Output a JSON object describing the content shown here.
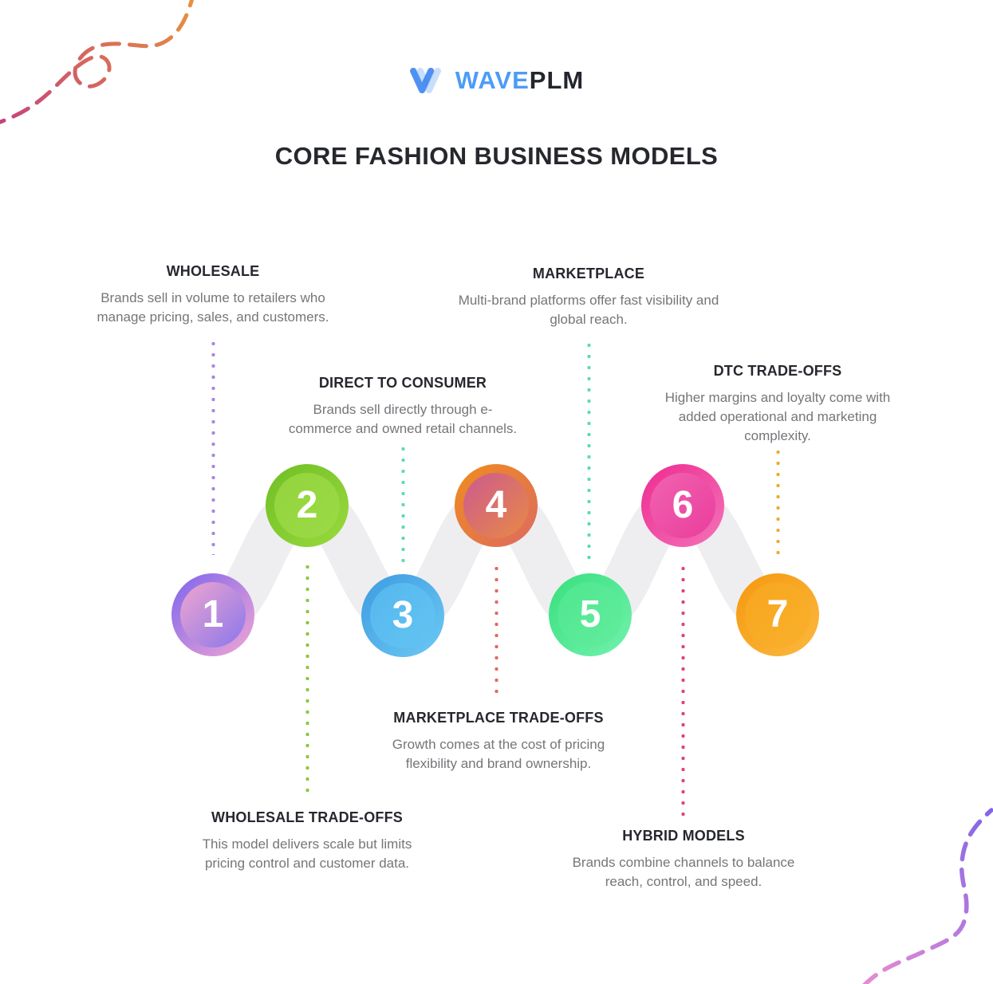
{
  "brand": {
    "logo_icon": "waveplm-logo-icon",
    "name_primary": "WAVE",
    "name_secondary": "PLM",
    "primary_color": "#4c9cf6",
    "secondary_color": "#23262e",
    "icon_stroke_dark": "#3b82ef",
    "icon_stroke_light": "#93bdf6"
  },
  "title": "CORE FASHION BUSINESS MODELS",
  "blocks": {
    "wholesale": {
      "title": "WHOLESALE",
      "body": "Brands sell in volume to retailers who manage pricing, sales, and customers."
    },
    "marketplace": {
      "title": "MARKETPLACE",
      "body": "Multi-brand platforms offer fast visibility and global reach."
    },
    "direct_to_consumer": {
      "title": "DIRECT TO CONSUMER",
      "body": "Brands sell directly through e-commerce and owned retail channels."
    },
    "dtc_tradeoffs": {
      "title": "DTC TRADE-OFFS",
      "body": "Higher margins and loyalty come with added operational and marketing complexity."
    },
    "marketplace_tradeoffs": {
      "title": "MARKETPLACE TRADE-OFFS",
      "body": "Growth comes at the cost of pricing flexibility and brand ownership."
    },
    "wholesale_tradeoffs": {
      "title": "WHOLESALE TRADE-OFFS",
      "body": "This model delivers scale but limits pricing control and customer data."
    },
    "hybrid_models": {
      "title": "HYBRID MODELS",
      "body": "Brands combine channels to balance reach, control, and speed."
    }
  },
  "steps": [
    {
      "number": "1",
      "outer": [
        "#7d66ec",
        "#f2a6d4"
      ],
      "inner": [
        "#efa6ce",
        "#8a76ec"
      ]
    },
    {
      "number": "2",
      "outer": [
        "#6fbe24",
        "#9ada3e"
      ],
      "inner": [
        "#93d43e",
        "#9ada46"
      ]
    },
    {
      "number": "3",
      "outer": [
        "#3e9be0",
        "#6cc9f4"
      ],
      "inner": [
        "#55b7ee",
        "#63c4f2"
      ]
    },
    {
      "number": "4",
      "outer": [
        "#ef8d1d",
        "#dd6a62"
      ],
      "inner": [
        "#cc5a90",
        "#e88a44"
      ]
    },
    {
      "number": "5",
      "outer": [
        "#38df7d",
        "#72f2ae"
      ],
      "inner": [
        "#4fe78f",
        "#62ec9e"
      ]
    },
    {
      "number": "6",
      "outer": [
        "#ee2b90",
        "#f373b8"
      ],
      "inner": [
        "#f163b0",
        "#ea3d9c"
      ]
    },
    {
      "number": "7",
      "outer": [
        "#f5980f",
        "#fbb93f"
      ],
      "inner": [
        "#f8a61e",
        "#f9b02c"
      ]
    }
  ],
  "lines": {
    "wholesale": "#ab85e0",
    "wholesale_tradeoffs": "#8cc63e",
    "direct_to_consumer": "#5bdcb0",
    "marketplace": "#5bdcb0",
    "marketplace_tradeoffs": "#e0695c",
    "hybrid_models": "#e0417a",
    "dtc_tradeoffs": "#f0a832"
  },
  "ribbon_color": "#eeeef1",
  "decor": {
    "top_left": {
      "from": "#c2417f",
      "to": "#e8923c"
    },
    "bottom_right": {
      "from": "#ec8fd2",
      "to": "#7a63e8"
    }
  }
}
